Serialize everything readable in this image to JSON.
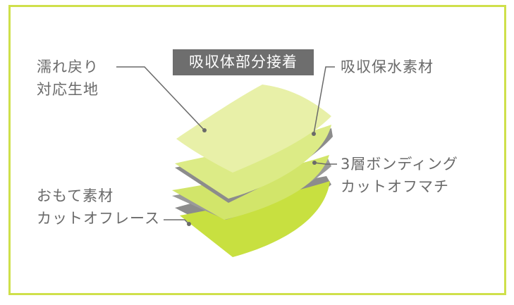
{
  "title": "吸収体部分接着",
  "labels": {
    "top_left": [
      "濡れ戻り",
      "対応生地"
    ],
    "top_right": "吸収保水素材",
    "middle_right": [
      "3層ボンディング",
      "カットオフマチ"
    ],
    "bottom_left": [
      "おもて素材",
      "カットオフレース"
    ]
  },
  "colors": {
    "frame": "#cfe04b",
    "layer_pale": "#e8f0a8",
    "layer_light": "#dceb86",
    "layer_mid": "#d2e56a",
    "layer_bright": "#c8e040",
    "gray_layer": "#8c8c8c",
    "leader": "#6a6a6a",
    "badge": "#6e6e6e"
  }
}
